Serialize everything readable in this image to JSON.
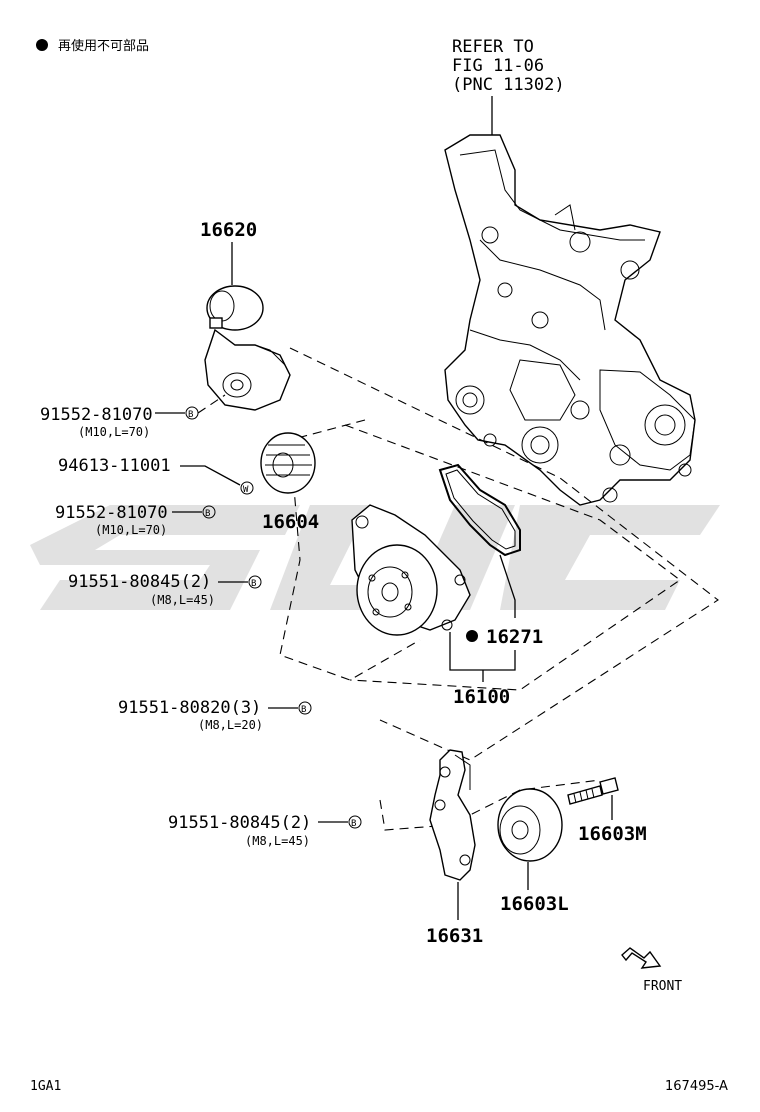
{
  "legend": {
    "text": "再使用不可部品"
  },
  "refer": {
    "line1": "REFER TO",
    "line2": "FIG 11-06",
    "line3": "(PNC 11302)"
  },
  "callouts": {
    "p16620": "16620",
    "p91552a": "91552-81070",
    "p91552a_sub": "(M10,L=70)",
    "p94613": "94613-11001",
    "p91552b": "91552-81070",
    "p91552b_sub": "(M10,L=70)",
    "p16604": "16604",
    "p91551a": "91551-80845(2)",
    "p91551a_sub": "(M8,L=45)",
    "p16271": "16271",
    "p16100": "16100",
    "p91551b": "91551-80820(3)",
    "p91551b_sub": "(M8,L=20)",
    "p91551c": "91551-80845(2)",
    "p91551c_sub": "(M8,L=45)",
    "p16603M": "16603M",
    "p16603L": "16603L",
    "p16631": "16631"
  },
  "markers": {
    "bolt": "B",
    "washer": "W"
  },
  "front": {
    "text": "FRONT"
  },
  "footer": {
    "left": "1GA1",
    "right": "167495-A"
  }
}
